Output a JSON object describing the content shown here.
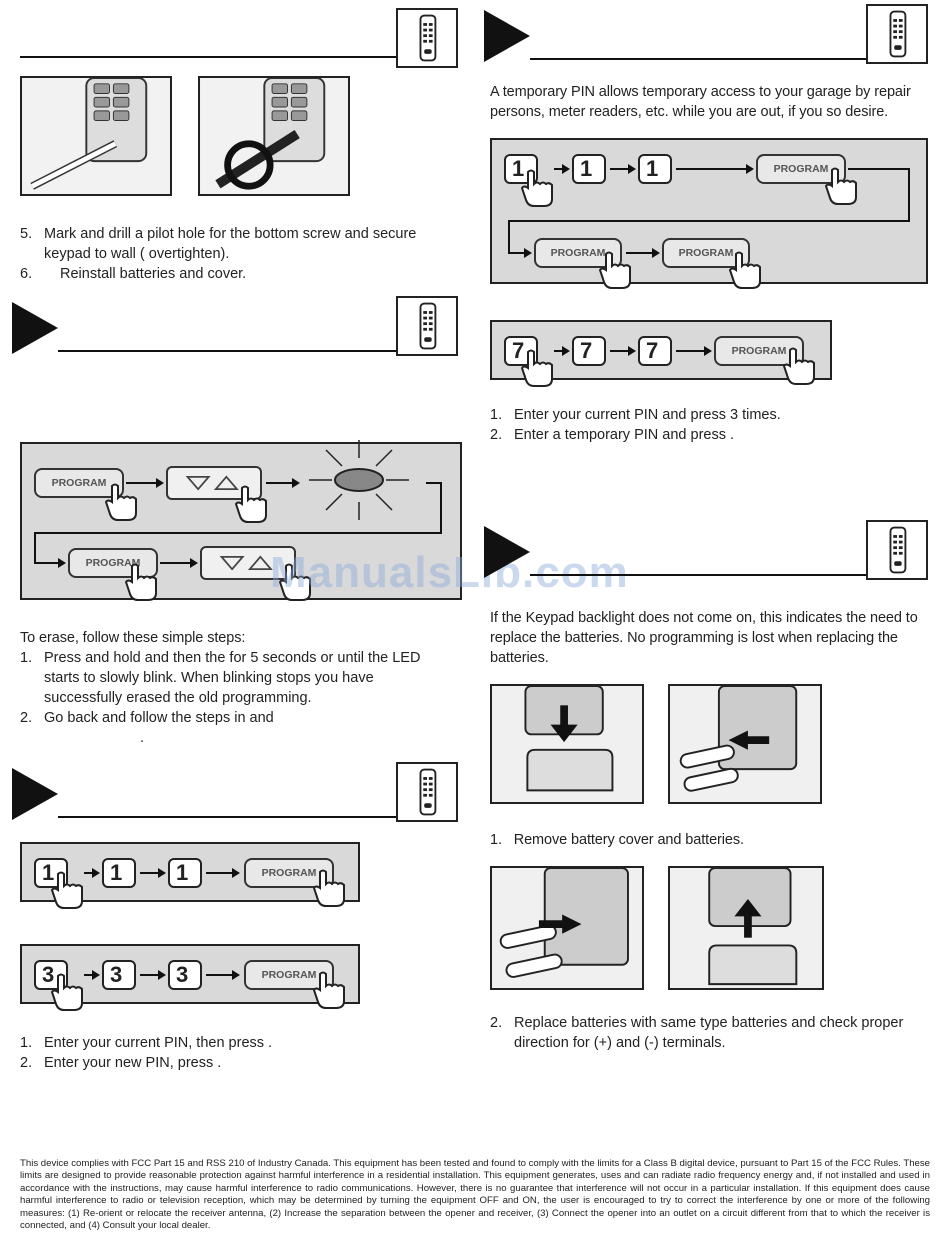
{
  "left": {
    "step5": {
      "num": "5.",
      "text": "Mark and drill a pilot hole for the bottom screw and secure keypad to wall (            overtighten)."
    },
    "step6": {
      "num": "6.",
      "text": "Reinstall batteries and cover."
    },
    "erase": {
      "intro": "To erase, follow these simple steps:",
      "steps": [
        {
          "num": "1.",
          "text": "Press and hold                    and then the                        for 5 seconds or until the LED starts to slowly blink. When blinking stops you have successfully erased the old programming."
        },
        {
          "num": "2.",
          "text": "Go back and follow the steps in                        and"
        },
        {
          "num": "",
          "text": "."
        }
      ],
      "diagram": {
        "program_label": "PROGRAM"
      }
    },
    "change_pin": {
      "row1": {
        "digit": "1",
        "program_label": "PROGRAM"
      },
      "row2": {
        "digit": "3",
        "program_label": "PROGRAM"
      },
      "steps": [
        {
          "num": "1.",
          "text": "Enter your current PIN, then press                  ."
        },
        {
          "num": "2.",
          "text": "Enter your new PIN, press                   ."
        }
      ]
    }
  },
  "right": {
    "temp_pin": {
      "intro": "A temporary PIN allows temporary access to your garage by repair persons, meter readers, etc. while you are out, if you so desire.",
      "row1": {
        "digit": "1",
        "program_label": "PROGRAM"
      },
      "row2": {
        "digit": "7",
        "program_label": "PROGRAM"
      },
      "steps": [
        {
          "num": "1.",
          "text": "Enter your current PIN and press                      3 times."
        },
        {
          "num": "2.",
          "text": "Enter a temporary PIN and press                      ."
        }
      ]
    },
    "battery": {
      "intro": "If the Keypad backlight does not come on, this indicates the need to replace the batteries. No programming is lost when replacing the batteries.",
      "step1": {
        "num": "1.",
        "text": "Remove battery cover and batteries."
      },
      "step2": {
        "num": "2.",
        "text": "Replace batteries with same type batteries and check proper direction for (+) and (-) terminals."
      }
    }
  },
  "footer": "This device complies with FCC Part 15 and RSS 210 of Industry Canada. This equipment has been tested and found to comply with the limits for a Class B digital device, pursuant to Part 15 of the FCC Rules. These limits are designed to provide reasonable protection against harmful interference in a residential installation. This equipment generates, uses and can radiate radio frequency energy and, if not installed and used in accordance with the instructions, may cause harmful interference to radio communications. However, there is no guarantee that interference will not occur in a particular installation. If this equipment does cause harmful interference to radio or television reception, which may be determined by turning the  equipment OFF and ON, the user is encouraged to try to correct the interference by one or more of the following measures: (1) Re-orient or relocate the receiver antenna, (2) Increase the separation between the opener and receiver, (3) Connect the opener into an outlet on a circuit different from that to which the receiver is connected, and (4) Consult your local dealer.",
  "watermark": "ManualsLib.com"
}
